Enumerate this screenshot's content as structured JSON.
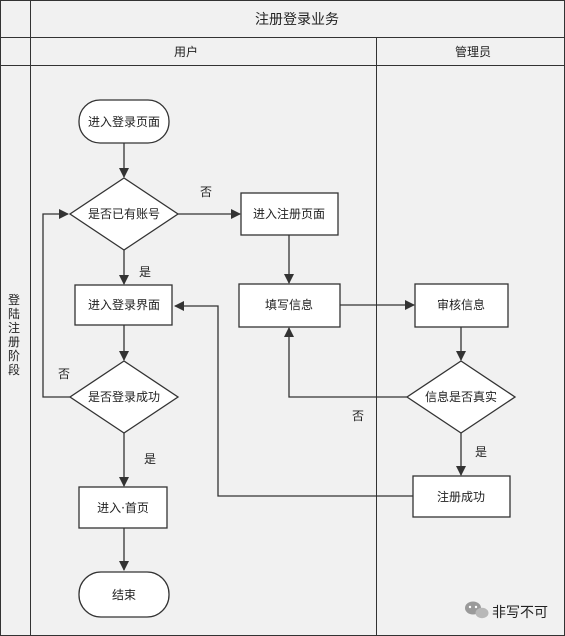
{
  "diagram": {
    "title": "注册登录业务",
    "lanes": {
      "user": "用户",
      "admin": "管理员"
    },
    "phase": [
      "登",
      "陆",
      "注",
      "册",
      "阶",
      "段"
    ],
    "nodes": {
      "enter_login": "进入登录页面",
      "has_account": "是否已有账号",
      "enter_register": "进入注册页面",
      "login_screen": "进入登录界面",
      "fill_info": "填写信息",
      "review_info": "审核信息",
      "login_success": "是否登录成功",
      "info_true": "信息是否真实",
      "enter_home": "进入·首页",
      "register_success": "注册成功",
      "end": "结束"
    },
    "edge_labels": {
      "no_account": "否",
      "yes_account": "是",
      "login_fail": "否",
      "login_ok": "是",
      "info_false": "否",
      "info_ok": "是"
    },
    "watermark": "非写不可",
    "colors": {
      "lane_bg": "#f1f1f1",
      "line": "#333333",
      "box_fill": "#ffffff",
      "edge": "#333333"
    }
  }
}
